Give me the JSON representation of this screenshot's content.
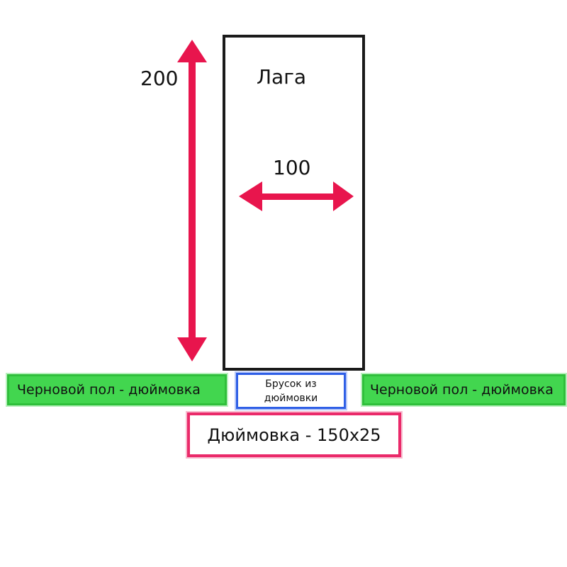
{
  "joist": {
    "label": "Лага"
  },
  "dimensions": {
    "height": "200",
    "width": "100"
  },
  "subfloor": {
    "left_label": "Черновой пол - дюймовка",
    "right_label": "Черновой пол - дюймовка"
  },
  "bar": {
    "label": "Брусок из дюймовки"
  },
  "board": {
    "label": "Дюймовка - 150х25"
  },
  "colors": {
    "dimension_arrow": "#e8154d",
    "subfloor_fill": "#42d64f",
    "bar_border": "#2f5fe6",
    "board_border": "#ea2a6a",
    "joist_border": "#1a1a1a"
  }
}
